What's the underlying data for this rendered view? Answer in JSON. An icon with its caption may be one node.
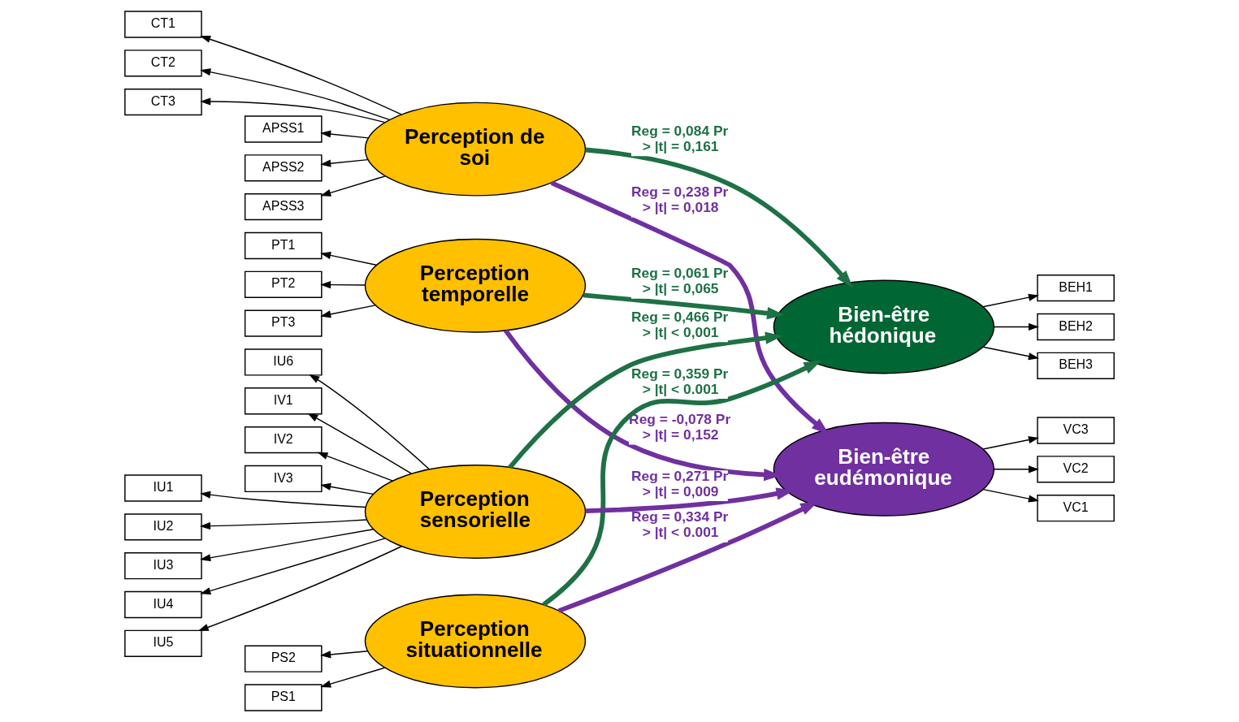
{
  "diagram": {
    "nodes": [
      {
        "text": [
          "Perception de soi"
        ]
      },
      {
        "text": [
          "CT1"
        ]
      },
      {
        "text": [
          "CT2"
        ]
      },
      {
        "text": [
          "CT3"
        ]
      },
      {
        "text": [
          "APSS1"
        ]
      },
      {
        "text": [
          "APSS2"
        ]
      },
      {
        "text": [
          "APSS3"
        ]
      },
      {
        "text": [
          "Perception temporelle"
        ]
      },
      {
        "text": [
          "PT1"
        ]
      },
      {
        "text": [
          "PT2"
        ]
      },
      {
        "text": [
          "PT3"
        ]
      },
      {
        "text": [
          "Perception situationnelle"
        ]
      },
      {
        "text": [
          "PS2"
        ]
      },
      {
        "text": [
          "PS1"
        ]
      },
      {
        "text": [
          "Perception sensorielle"
        ]
      },
      {
        "text": [
          "IU1"
        ]
      },
      {
        "text": [
          "IU2"
        ]
      },
      {
        "text": [
          "IU3"
        ]
      },
      {
        "text": [
          "IU4"
        ]
      },
      {
        "text": [
          "IU5"
        ]
      },
      {
        "text": [
          "IU6"
        ]
      },
      {
        "text": [
          "IV1"
        ]
      },
      {
        "text": [
          "IV2"
        ]
      },
      {
        "text": [
          "IV3"
        ]
      },
      {
        "text": [
          "Bien-être hédonique"
        ]
      },
      {
        "text": [
          "BEH1"
        ]
      },
      {
        "text": [
          "BEH2"
        ]
      },
      {
        "text": [
          "BEH3"
        ]
      },
      {
        "text": [
          "Bien-être eudémonique"
        ]
      },
      {
        "text": [
          "VC3"
        ]
      },
      {
        "text": [
          "VC2"
        ]
      },
      {
        "text": [
          "VC1"
        ]
      }
    ],
    "edges": [
      {
        "from": 0,
        "to": 1,
        "arrow": "to"
      },
      {
        "from": 0,
        "to": 2,
        "arrow": "to"
      },
      {
        "from": 0,
        "to": 3,
        "arrow": "to"
      },
      {
        "from": 0,
        "to": 4,
        "arrow": "to"
      },
      {
        "from": 0,
        "to": 5,
        "arrow": "to"
      },
      {
        "from": 0,
        "to": 6,
        "arrow": "to"
      },
      {
        "from": 7,
        "to": 8,
        "arrow": "to"
      },
      {
        "from": 7,
        "to": 9,
        "arrow": "to"
      },
      {
        "from": 7,
        "to": 10,
        "arrow": "to"
      },
      {
        "from": 11,
        "to": 12,
        "arrow": "to"
      },
      {
        "from": 11,
        "to": 13,
        "arrow": "to"
      },
      {
        "from": 14,
        "to": 15,
        "arrow": "to"
      },
      {
        "from": 14,
        "to": 16,
        "arrow": "to"
      },
      {
        "from": 14,
        "to": 17,
        "arrow": "to"
      },
      {
        "from": 14,
        "to": 18,
        "arrow": "to"
      },
      {
        "from": 14,
        "to": 19,
        "arrow": "to"
      },
      {
        "from": 14,
        "to": 20,
        "arrow": "to"
      },
      {
        "from": 14,
        "to": 21,
        "arrow": "to"
      },
      {
        "from": 14,
        "to": 22,
        "arrow": "to"
      },
      {
        "from": 14,
        "to": 23,
        "arrow": "to"
      },
      {
        "from": 0,
        "to": 24,
        "arrow": "to",
        "label": "Reg = 0,084 Pr > |t| = 0,161",
        "style": "thick",
        "color": "#1e7145"
      },
      {
        "from": 0,
        "to": 28,
        "arrow": "to",
        "label": "Reg = 0,238 Pr > |t| = 0,018",
        "style": "thick",
        "color": "#7030a0"
      },
      {
        "from": 7,
        "to": 24,
        "arrow": "to",
        "label": "Reg = 0,061 Pr > |t| = 0,065",
        "style": "thick",
        "color": "#1e7145"
      },
      {
        "from": 7,
        "to": 28,
        "arrow": "to",
        "label": "Reg = -0,078 Pr > |t| = 0,152",
        "style": "thick",
        "color": "#7030a0"
      },
      {
        "from": 11,
        "to": 24,
        "arrow": "to",
        "label": "Reg = 0,359 Pr > |t| < 0.001",
        "style": "thick",
        "color": "#1e7145"
      },
      {
        "from": 11,
        "to": 28,
        "arrow": "to",
        "label": "Reg = 0,334 Pr > |t| < 0.001",
        "style": "thick",
        "color": "#7030a0"
      },
      {
        "from": 14,
        "to": 24,
        "arrow": "to",
        "label": "Reg = 0,466 Pr > |t| < 0,001",
        "style": "thick",
        "color": "#1e7145"
      },
      {
        "from": 14,
        "to": 28,
        "arrow": "to",
        "label": "Reg = 0,271 Pr > |t| = 0,009",
        "style": "thick",
        "color": "#7030a0"
      },
      {
        "from": 24,
        "to": 25,
        "arrow": "to"
      },
      {
        "from": 24,
        "to": 26,
        "arrow": "to"
      },
      {
        "from": 24,
        "to": 27,
        "arrow": "to"
      },
      {
        "from": 28,
        "to": 29,
        "arrow": "to"
      },
      {
        "from": 28,
        "to": 30,
        "arrow": "to"
      },
      {
        "from": 28,
        "to": 31,
        "arrow": "to"
      }
    ]
  }
}
